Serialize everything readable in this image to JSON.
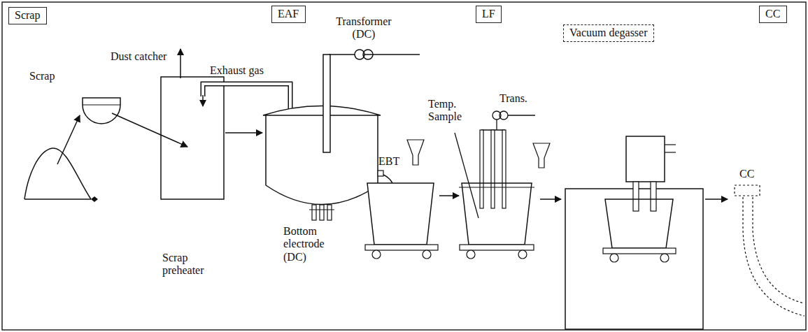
{
  "diagram": {
    "nodes": [
      {
        "text": [
          "Scrap"
        ]
      },
      {
        "text": [
          "EAF"
        ]
      },
      {
        "text": [
          "LF"
        ]
      },
      {
        "text": [
          "Vacuum degasser"
        ]
      },
      {
        "text": [
          "CC"
        ]
      }
    ],
    "labels": [
      "Scrap",
      "Dust catcher",
      "Exhaust gas",
      "Transformer (DC)",
      "EBT",
      "Temp. Sample",
      "Trans.",
      "Scrap preheater",
      "Bottom electrode (DC)",
      "CC"
    ]
  }
}
